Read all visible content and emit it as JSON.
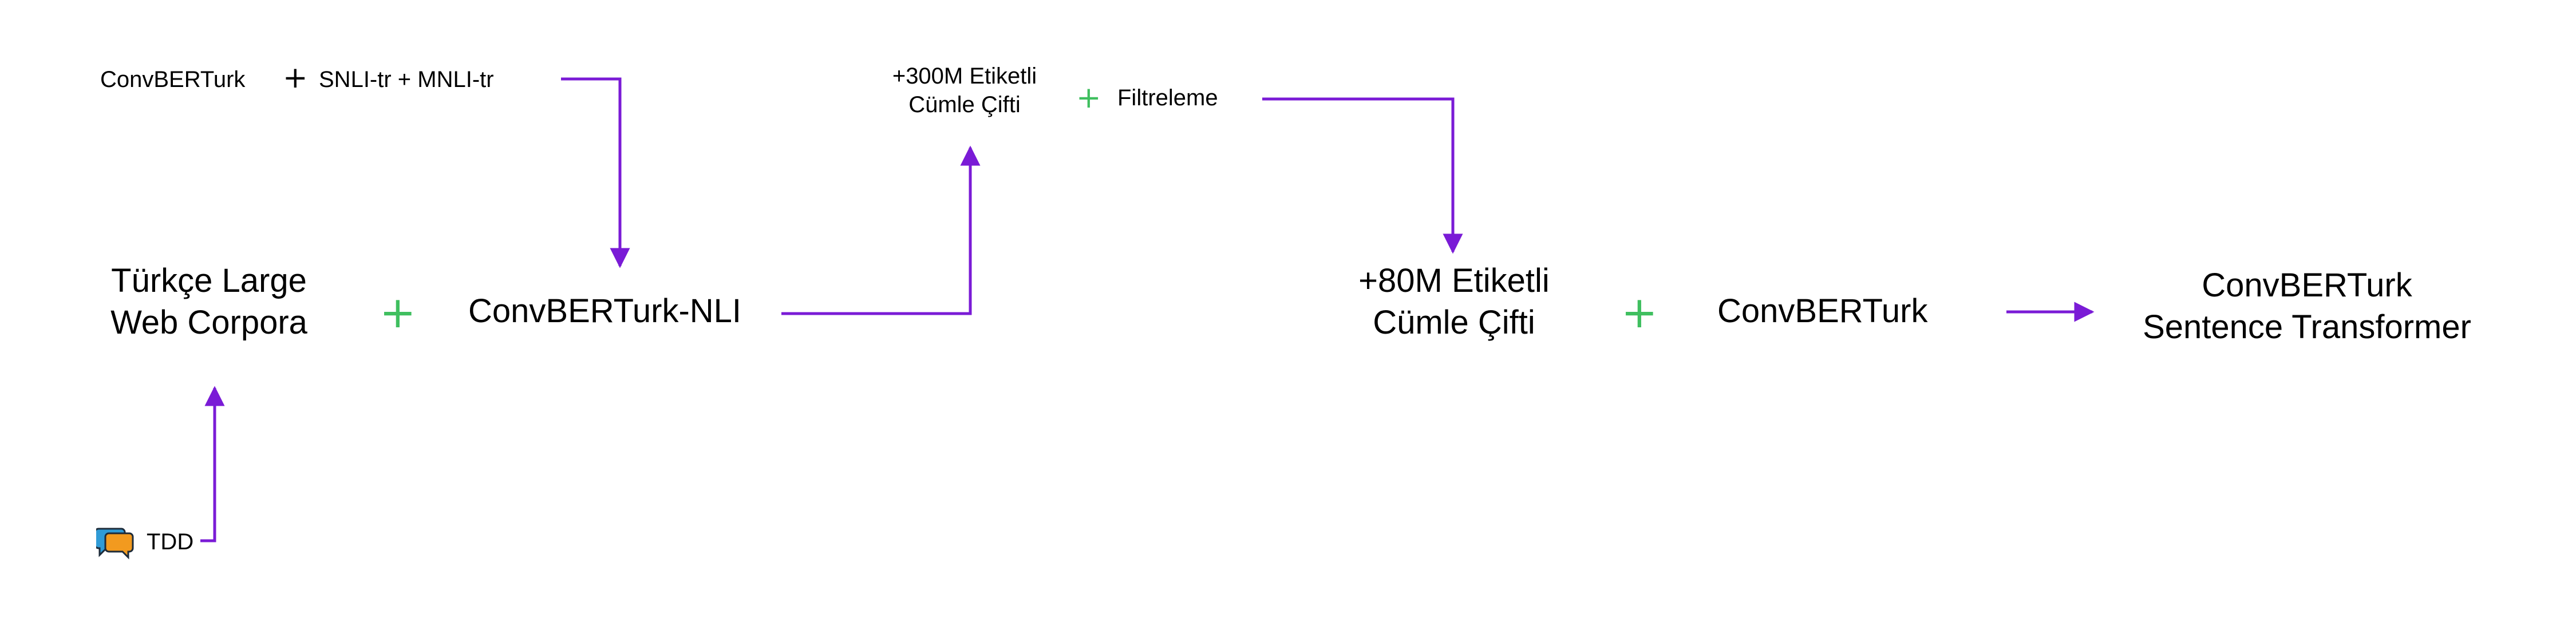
{
  "colors": {
    "arrow": "#7a1bd6",
    "plus": "#3fbf5f",
    "text": "#000000",
    "icon_orange": "#f29a1f",
    "icon_blue": "#2f9bd6"
  },
  "top_left": {
    "model": "ConvBERTurk",
    "plus": "+",
    "datasets": "SNLI-tr + MNLI-tr"
  },
  "top_middle": {
    "pairs_line1": "+300M Etiketli",
    "pairs_line2": "Cümle Çifti",
    "plus": "+",
    "filter": "Filtreleme"
  },
  "main_row": {
    "corpora_line1": "Türkçe Large",
    "corpora_line2": "Web Corpora",
    "plus1": "+",
    "nli_model": "ConvBERTurk-NLI",
    "pairs_line1": "+80M Etiketli",
    "pairs_line2": "Cümle Çifti",
    "plus2": "+",
    "base_model": "ConvBERTurk",
    "result_line1": "ConvBERTurk",
    "result_line2": "Sentence Transformer"
  },
  "source": {
    "icon": "chat-bubbles-icon",
    "label": "TDD"
  }
}
